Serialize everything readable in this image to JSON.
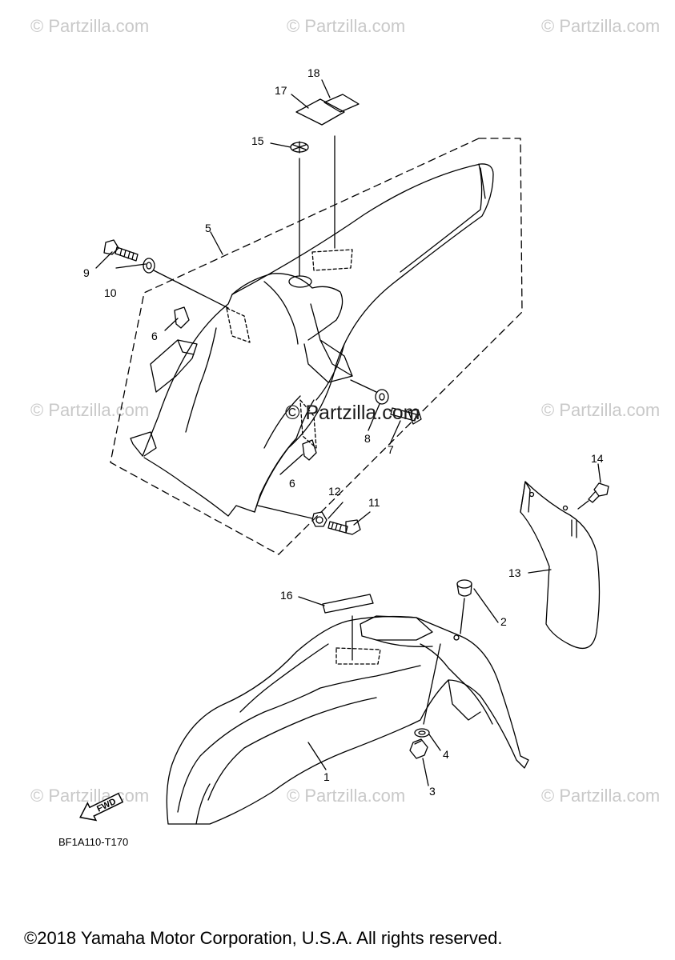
{
  "watermarks": {
    "brand": "© Partzilla.com",
    "center": "© Partzilla.com"
  },
  "callouts": {
    "n1": "1",
    "n2": "2",
    "n3": "3",
    "n4": "4",
    "n5": "5",
    "n6a": "6",
    "n6b": "6",
    "n7": "7",
    "n8": "8",
    "n9": "9",
    "n10": "10",
    "n11": "11",
    "n12": "12",
    "n13": "13",
    "n14": "14",
    "n15": "15",
    "n16": "16",
    "n17": "17",
    "n18": "18"
  },
  "fwd_label": "FWD",
  "diagram_code": "BF1A110-T170",
  "copyright": "©2018 Yamaha Motor Corporation, U.S.A. All rights reserved."
}
